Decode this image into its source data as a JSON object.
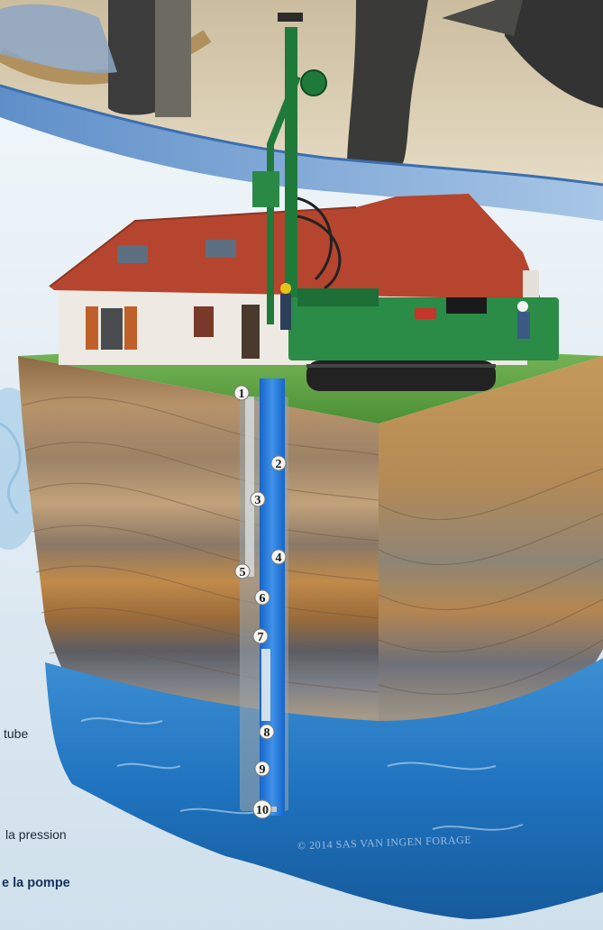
{
  "captions": {
    "tube": "tube",
    "pression": "la pression",
    "pompe": "e la pompe"
  },
  "watermark": "© 2014 SAS VAN INGEN FORAGE",
  "well_markers": [
    "1",
    "2",
    "3",
    "4",
    "5",
    "6",
    "7",
    "8",
    "9",
    "10"
  ],
  "icons": {
    "rig": "drilling-rig-icon",
    "house": "house-icon"
  },
  "colors": {
    "sky_band": "#8fb6dc",
    "grass": "#5da544",
    "soil": "#b08a57",
    "water": "#2a7fc4",
    "well_blue": "#1e74d6",
    "rig_green": "#1f7a3a",
    "roof": "#b5452e"
  }
}
